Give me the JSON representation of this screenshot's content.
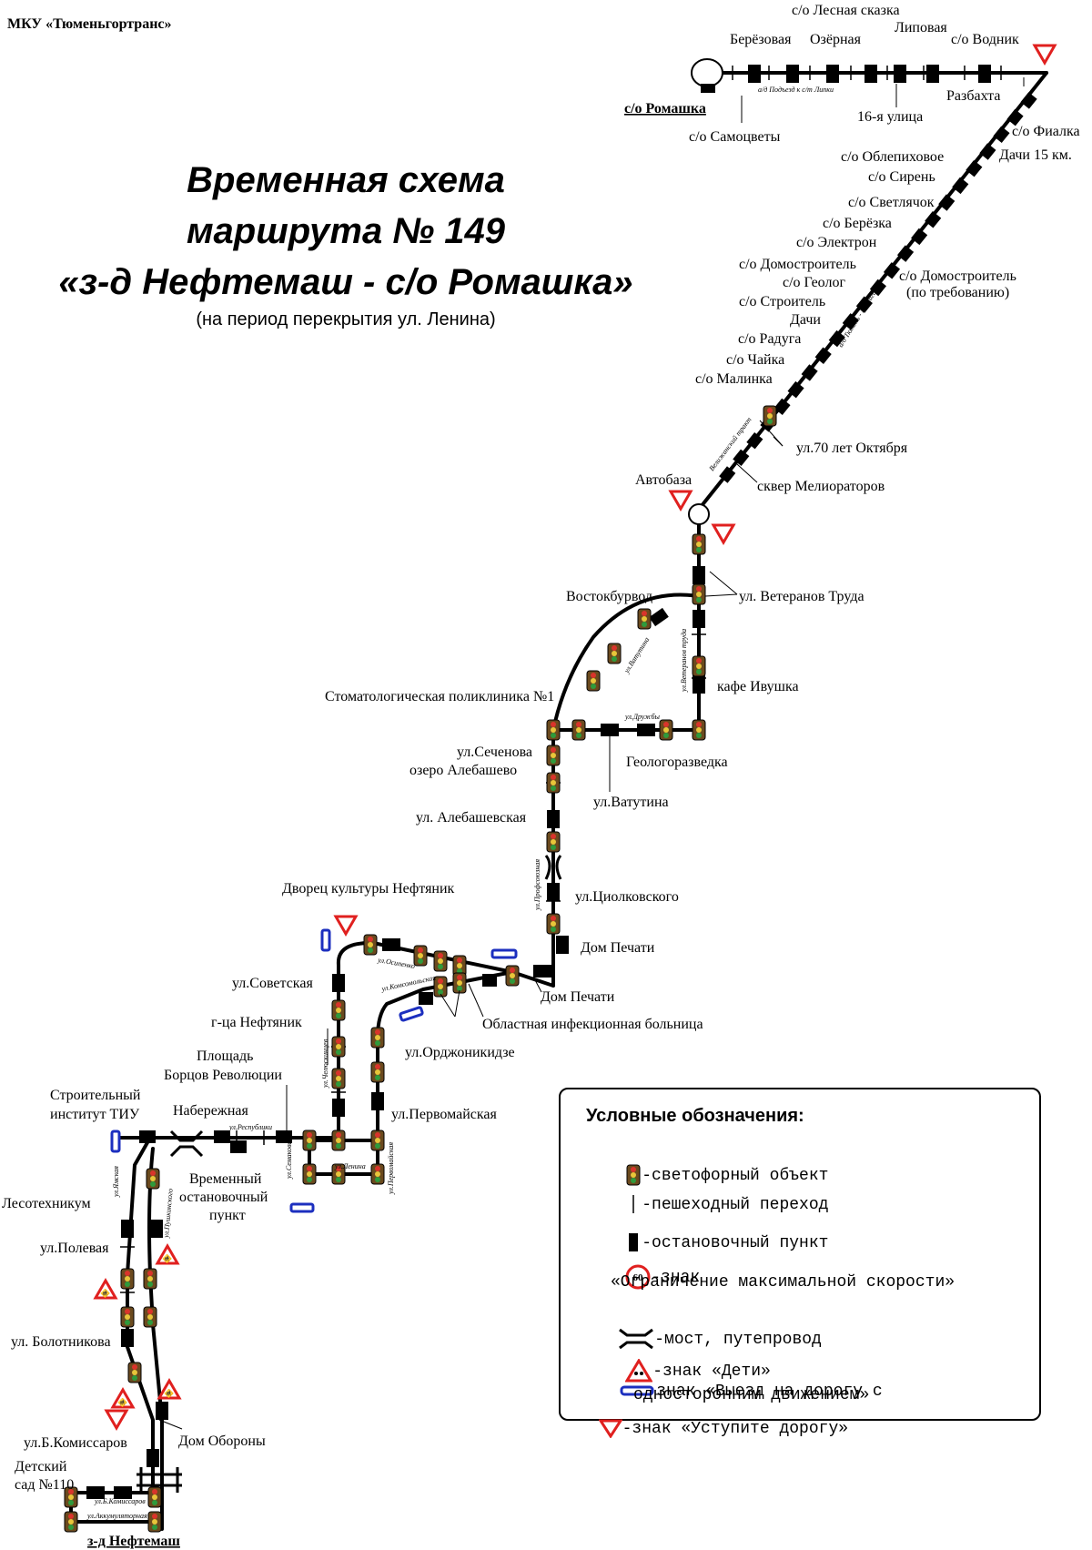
{
  "header": {
    "org": "МКУ «Тюменьгортранс»"
  },
  "title": {
    "line1": "Временная схема",
    "line2": "маршрута № 149",
    "line3": "«з-д Нефтемаш - с/о Ромашка»",
    "subtitle": "(на период перекрытия ул. Ленина)"
  },
  "terminals": {
    "start": "з-д Нефтемаш",
    "end": "с/о Ромашка"
  },
  "stops": [
    "с/о Лесная сказка",
    "Берёзовая",
    "Озёрная",
    "Липовая",
    "с/о Водник",
    "Разбахта",
    "с/о Самоцветы",
    "16-я улица",
    "с/о Фиалка",
    "Дачи 15 км.",
    "с/о Облепиховое",
    "с/о Сирень",
    "с/о Светлячок",
    "с/о Берёзка",
    "с/о Электрон",
    "с/о Домостроитель",
    "с/о Домостроитель",
    "(по требованию)",
    "с/о Геолог",
    "с/о Строитель",
    "Дачи",
    "с/о Радуга",
    "с/о Чайка",
    "с/о Малинка",
    "ул.70 лет Октября",
    "Автобаза",
    "сквер Мелиораторов",
    "Востокбурвод",
    "ул. Ветеранов Труда",
    "кафе Ивушка",
    "Стоматологическая поликлиника №1",
    "ул.Сеченова",
    "озеро Алебашево",
    "Геологоразведка",
    "ул.Ватутина",
    "ул. Алебашевская",
    "ул.Циолковского",
    "Дом Печати",
    "Дом Печати",
    "Дворец культуры Нефтяник",
    "ул.Советская",
    "Областная инфекционная больница",
    "г-ца Нефтяник",
    "ул.Орджоникидзе",
    "Площадь",
    "Борцов Революции",
    "ул.Первомайская",
    "Строительный",
    "институт ТИУ",
    "Набережная",
    "Временный",
    "остановочный",
    "пункт",
    "Лесотехникум",
    "ул.Полевая",
    "ул. Болотникова",
    "Дом Обороны",
    "ул.Б.Комиссаров",
    "Детский",
    "сад №110"
  ],
  "streets": [
    "а/д Подъезд к с/т Липки",
    "а/д Тюмень - П.Тайга",
    "Велижанский тракт",
    "ул.Ватутина",
    "ул.Ветеранов труда",
    "ул.Дружбы",
    "ул.Профсоюзная",
    "ул.Осипенко",
    "ул.Комсомольская",
    "ул.Челюскинцев",
    "ул.Республики",
    "ул.Ленина",
    "ул.Семакова",
    "ул.Первомайская",
    "ул.Пушкинского",
    "ул.Ямская",
    "ул.Б.Комиссаров",
    "ул.Аккумуляторная"
  ],
  "legend": {
    "title": "Условные обозначения:",
    "traffic_light": "-светофорный объект",
    "crossing": "-пешеходный переход",
    "stop": "-остановочный пункт",
    "speed_limit_1": "-знак",
    "speed_limit_2": "«Ограничение максимальной скорости»",
    "speed_value": "60",
    "bridge": "-мост, путепровод",
    "children": "-знак «Дети»",
    "oneway_1": "знак «Выезд на дорогу с",
    "oneway_2": "односторонним движением»",
    "yield": "-знак «Уступите дорогу»"
  },
  "colors": {
    "route": "#000000",
    "sign_red": "#e0201f",
    "sign_blue": "#1c2fbf",
    "light_body": "#6b4a1e",
    "light_red": "#d9342b",
    "light_yellow": "#e8c53a",
    "light_green": "#2f9a3c"
  }
}
